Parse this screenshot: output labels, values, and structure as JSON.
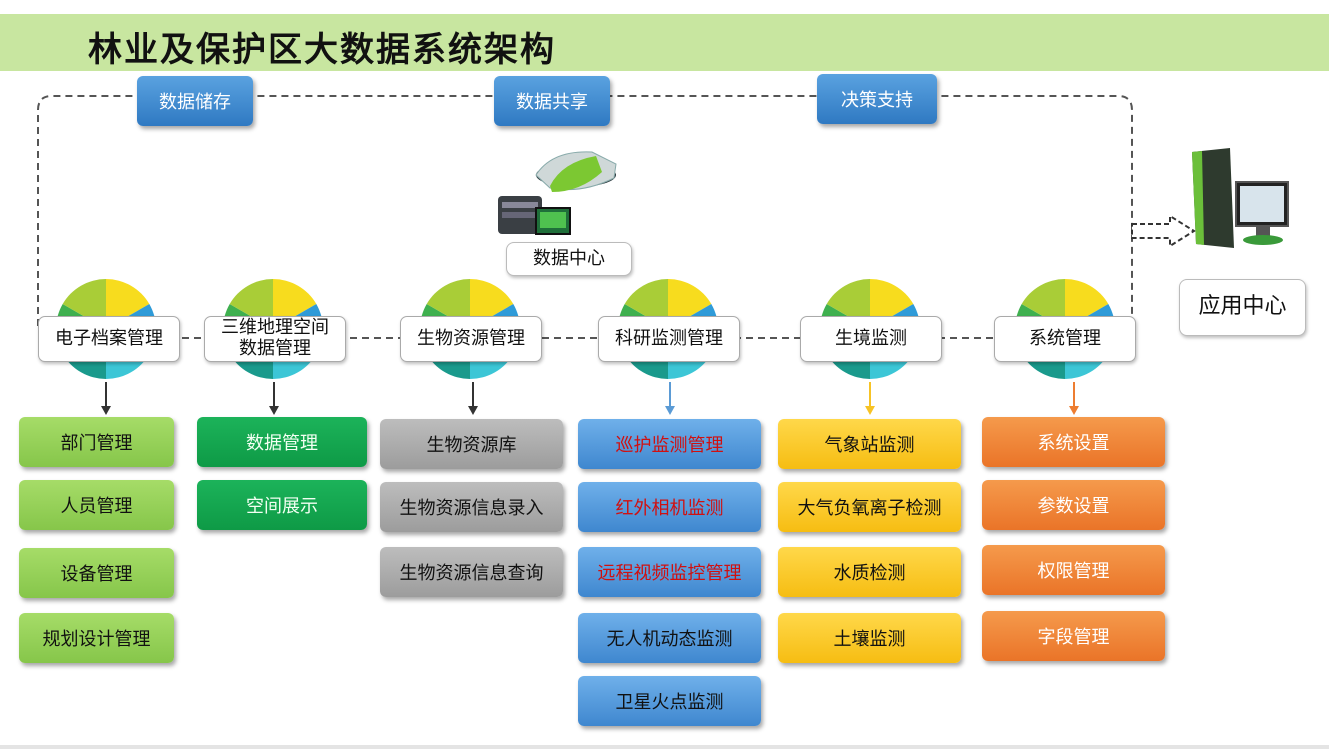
{
  "title": "林业及保护区大数据系统架构",
  "top_nodes": [
    "数据储存",
    "数据共享",
    "决策支持"
  ],
  "data_center": {
    "label": "数据中心",
    "icon": "server-database-icon"
  },
  "app_center": {
    "label": "应用中心",
    "icon": "desktop-computer-icon"
  },
  "pie_colors": {
    "yellow": "#f7dc1e",
    "blue": "#2f9bd8",
    "cyan": "#3cc6d6",
    "teal": "#1a9a8c",
    "green": "#3fb04f",
    "lime": "#a9cd37"
  },
  "modules": [
    {
      "label": "电子档案管理",
      "color": "#8bc34a",
      "items": [
        {
          "label": "部门管理"
        },
        {
          "label": "人员管理"
        },
        {
          "label": "设备管理"
        },
        {
          "label": "规划设计管理"
        }
      ]
    },
    {
      "label": "三维地理空间\n数据管理",
      "color": "#14a84f",
      "items": [
        {
          "label": "数据管理"
        },
        {
          "label": "空间展示"
        }
      ]
    },
    {
      "label": "生物资源管理",
      "color": "#a6a6a6",
      "items": [
        {
          "label": "生物资源库"
        },
        {
          "label": "生物资源信息录入"
        },
        {
          "label": "生物资源信息查询"
        }
      ]
    },
    {
      "label": "科研监测管理",
      "color": "#5b9bd5",
      "items": [
        {
          "label": "巡护监测管理",
          "text_color": "#d01010"
        },
        {
          "label": "红外相机监测",
          "text_color": "#d01010"
        },
        {
          "label": "远程视频监控管理",
          "text_color": "#d01010"
        },
        {
          "label": "无人机动态监测"
        },
        {
          "label": "卫星火点监测"
        }
      ]
    },
    {
      "label": "生境监测",
      "color": "#f7c325",
      "items": [
        {
          "label": "气象站监测"
        },
        {
          "label": "大气负氧离子检测"
        },
        {
          "label": "水质检测"
        },
        {
          "label": "土壤监测"
        }
      ]
    },
    {
      "label": "系统管理",
      "color": "#ed7d31",
      "items": [
        {
          "label": "系统设置"
        },
        {
          "label": "参数设置"
        },
        {
          "label": "权限管理"
        },
        {
          "label": "字段管理"
        }
      ]
    }
  ]
}
